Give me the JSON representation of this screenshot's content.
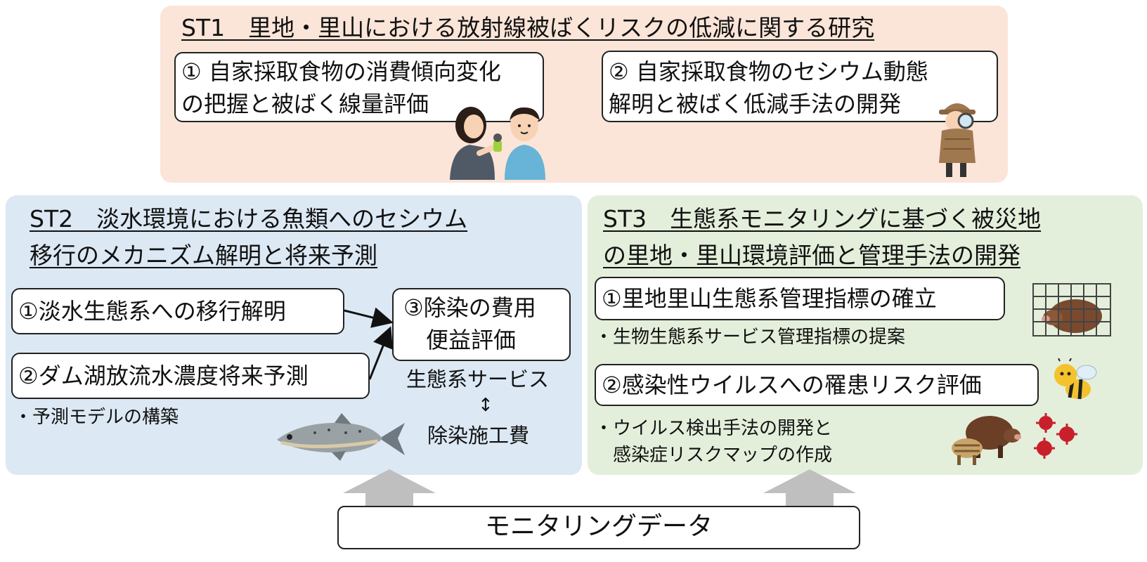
{
  "st1": {
    "title": "ST1　里地・里山における放射線被ばくリスクの低減に関する研究",
    "item1": {
      "line1": "① 自家採取食物の消費傾向変化",
      "line2": "の把握と被ばく線量評価"
    },
    "item2": {
      "line1": "② 自家採取食物のセシウム動態",
      "line2": "解明と被ばく低減手法の開発"
    }
  },
  "st2": {
    "title_line1": "ST2　淡水環境における魚類へのセシウム",
    "title_line2": "移行のメカニズム解明と将来予測",
    "item1": "①淡水生態系への移行解明",
    "item2": "②ダム湖放流水濃度将来予測",
    "item3": {
      "line1": "③除染の費用",
      "line2": "便益評価"
    },
    "note": "・予測モデルの構築",
    "tradeoff": {
      "top": "生態系サービス",
      "symbol": "↕",
      "bottom": "除染施工費"
    }
  },
  "st3": {
    "title_line1": "ST3　生態系モニタリングに基づく被災地",
    "title_line2": "の里地・里山環境評価と管理手法の開発",
    "item1": "①里地里山生態系管理指標の確立",
    "note1": "・生物生態系サービス管理指標の提案",
    "item2": "②感染性ウイルスへの罹患リスク評価",
    "note2_line1": "・ウイルス検出手法の開発と",
    "note2_line2": "　感染症リスクマップの作成"
  },
  "bottom": {
    "label": "モニタリングデータ"
  },
  "colors": {
    "st1_bg": "#fbe5d8",
    "st2_bg": "#dce8f4",
    "st3_bg": "#e4efdb",
    "arrow": "#bfbfbf"
  },
  "icons": [
    "interview-illustration-icon",
    "detective-illustration-icon",
    "fish-illustration-icon",
    "caged-boar-illustration-icon",
    "bee-illustration-icon",
    "boar-family-illustration-icon",
    "virus-illustration-icon"
  ]
}
